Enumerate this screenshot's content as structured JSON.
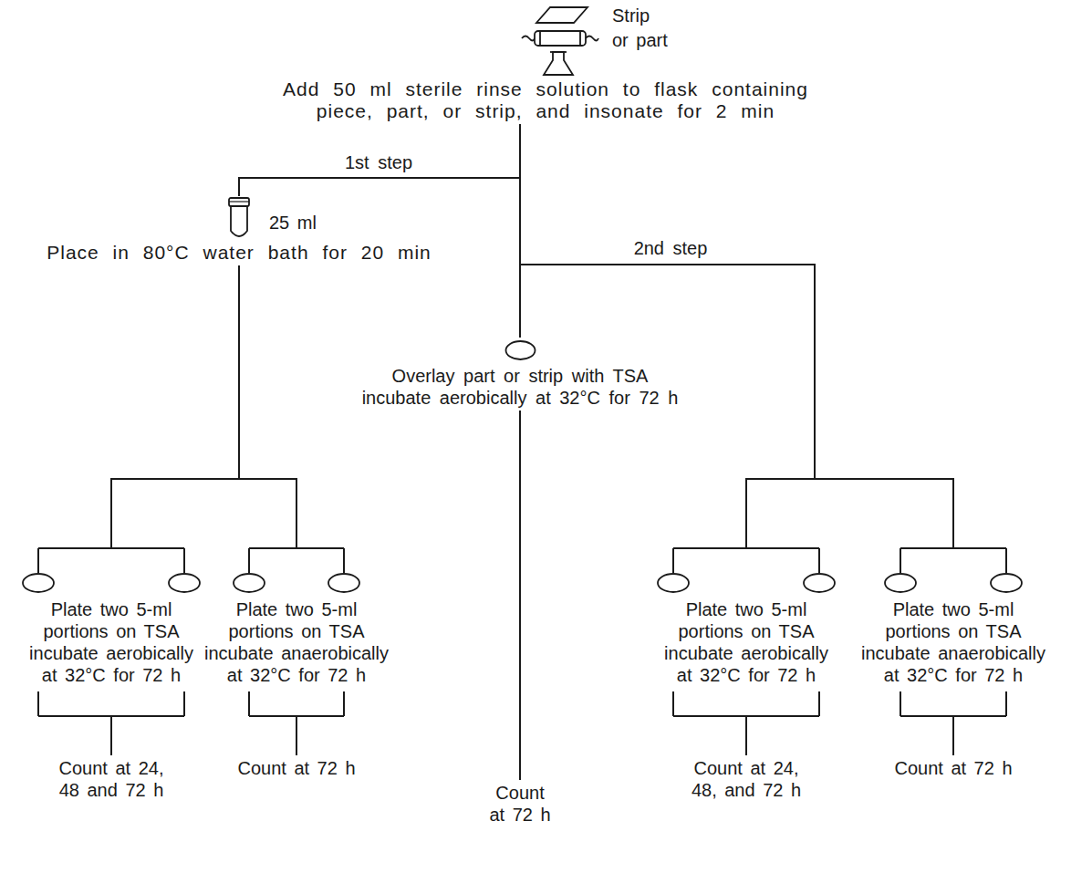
{
  "diagram": {
    "nodes": [
      {
        "text": [
          "Add 50 ml sterile rinse solution to flask containing piece, part, or strip, and insonate for 2 min"
        ]
      },
      {
        "text": [
          "Place in 80°C water bath for 20 min"
        ]
      },
      {
        "text": [
          "Overlay part or strip with TSA incubate aerobically at 32°C for 72 h"
        ]
      },
      {
        "text": [
          "Plate two 5-ml portions on TSA incubate aerobically at 32°C for 72 h"
        ]
      },
      {
        "text": [
          "Plate two 5-ml portions on TSA incubate anaerobically at 32°C for 72 h"
        ]
      },
      {
        "text": [
          "Plate two 5-ml portions on TSA incubate aerobically at 32°C for 72 h"
        ]
      },
      {
        "text": [
          "Plate two 5-ml portions on TSA incubate anaerobically at 32°C for 72 h"
        ]
      },
      {
        "text": [
          "Count at 24, 48 and 72 h"
        ]
      },
      {
        "text": [
          "Count at 72 h"
        ]
      },
      {
        "text": [
          "Count at 72 h"
        ]
      },
      {
        "text": [
          "Count at 24, 48, and 72 h"
        ]
      },
      {
        "text": [
          "Count at 72 h"
        ]
      }
    ],
    "edges": [
      {
        "from": 0,
        "to": 1,
        "arrow": "none",
        "label": "1st step"
      },
      {
        "from": 0,
        "to": 2,
        "arrow": "none"
      },
      {
        "from": 0,
        "to": 5,
        "arrow": "none",
        "label": "2nd step"
      },
      {
        "from": 0,
        "to": 6,
        "arrow": "none"
      },
      {
        "from": 1,
        "to": 3,
        "arrow": "none"
      },
      {
        "from": 1,
        "to": 4,
        "arrow": "none"
      },
      {
        "from": 2,
        "to": 9,
        "arrow": "none"
      },
      {
        "from": 3,
        "to": 7,
        "arrow": "none"
      },
      {
        "from": 4,
        "to": 8,
        "arrow": "none"
      },
      {
        "from": 5,
        "to": 10,
        "arrow": "none"
      },
      {
        "from": 6,
        "to": 11,
        "arrow": "none"
      }
    ],
    "labels": [
      "Strip or part",
      "25 ml"
    ]
  }
}
